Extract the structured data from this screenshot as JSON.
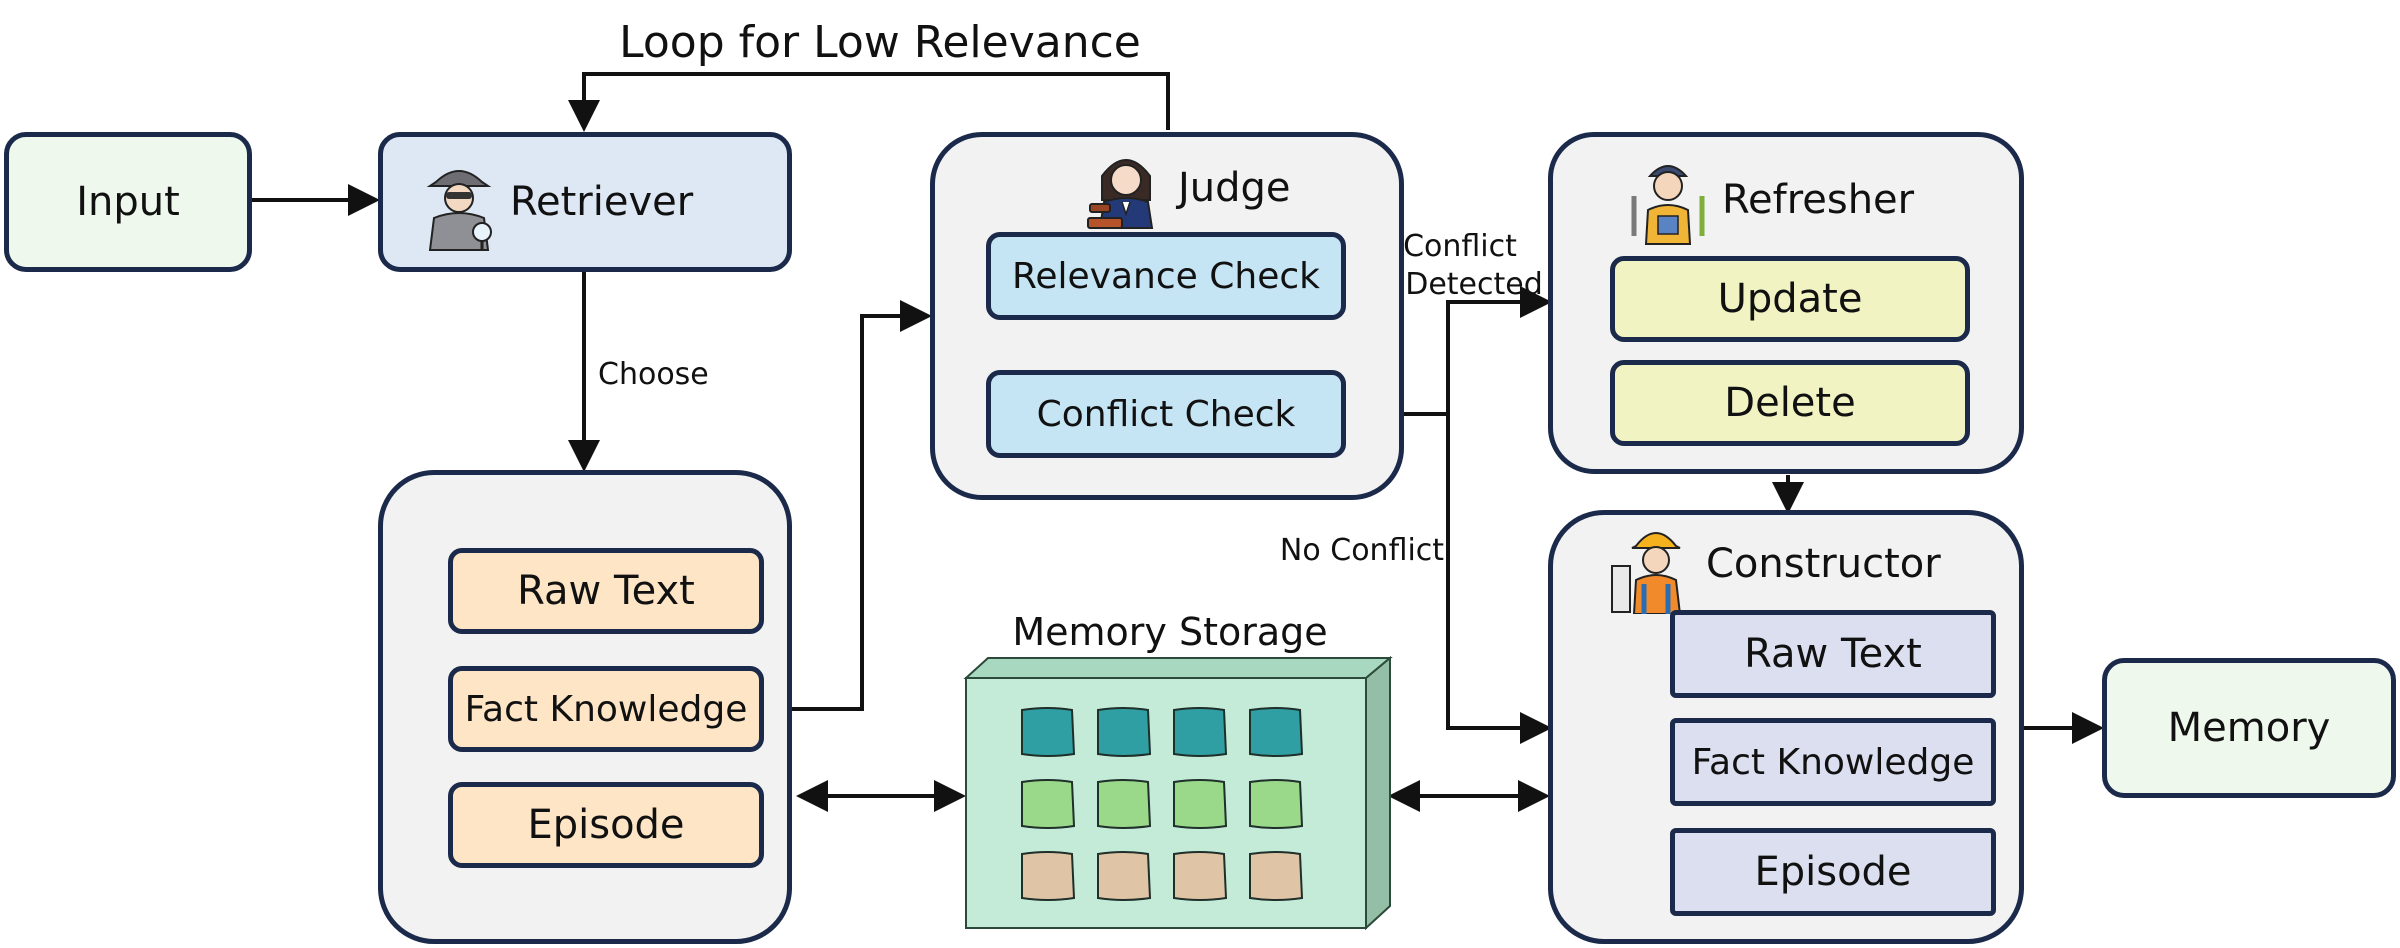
{
  "title": "Loop for Low Relevance",
  "input_label": "Input",
  "memory_label": "Memory",
  "retriever": {
    "label": "Retriever",
    "icon": "detective-icon"
  },
  "choose_label": "Choose",
  "memory_types": {
    "raw_text": "Raw Text",
    "fact_knowledge": "Fact Knowledge",
    "episode": "Episode"
  },
  "judge": {
    "label": "Judge",
    "relevance_check": "Relevance Check",
    "conflict_check": "Conflict Check",
    "icon": "judge-icon"
  },
  "conflict_detected": [
    "Conflict",
    "Detected"
  ],
  "no_conflict": "No Conflict",
  "memory_storage": {
    "label": "Memory Storage"
  },
  "refresher": {
    "label": "Refresher",
    "update": "Update",
    "delete": "Delete",
    "icon": "worker-icon"
  },
  "constructor": {
    "label": "Constructor",
    "raw_text": "Raw Text",
    "fact_knowledge": "Fact Knowledge",
    "episode": "Episode",
    "icon": "builder-icon"
  },
  "colors": {
    "outline": "#1b2a4a",
    "green_box": "#eef8ec",
    "retriever_fill": "#dde8f4",
    "group_fill": "#f2f2f2",
    "orange_fill": "#fde5c6",
    "blue_fill": "#c5e5f5",
    "yellow_fill": "#f1f3c3",
    "lavender_fill": "#dcdff0",
    "storage_front": "#c4ead8",
    "storage_top": "#a9d8c0",
    "storage_side": "#94bfa6",
    "cell_teal": "#2f9fa3",
    "cell_green": "#9ad98a",
    "cell_tan": "#e0c4a6"
  }
}
